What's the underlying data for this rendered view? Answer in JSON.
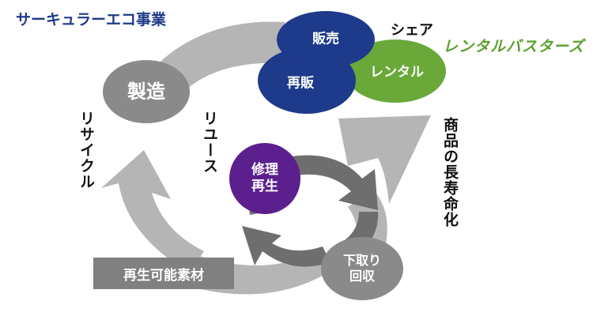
{
  "brand_title": "サーキュラーエコ事業",
  "logo_text": "レンタルバスターズ",
  "share_label": "シェア",
  "nodes": {
    "hanbai": "販売",
    "saihan": "再販",
    "rental": "レンタル",
    "seizou": "製造",
    "shuuri_line1": "修理",
    "shuuri_line2": "再生",
    "shitadori_line1": "下取り",
    "shitadori_line2": "回収"
  },
  "flows": {
    "recycle": "リサイクル",
    "reuse": "リユース",
    "longevity": "商品の長寿命化"
  },
  "material_box": "再生可能素材",
  "colors": {
    "navy": "#1e3a8a",
    "purple": "#5b1f8e",
    "green": "#6aa83a",
    "gray_node": "#8a8a8a",
    "arrow_light": "#b3b3b3",
    "arrow_dark": "#6e6e6e"
  }
}
